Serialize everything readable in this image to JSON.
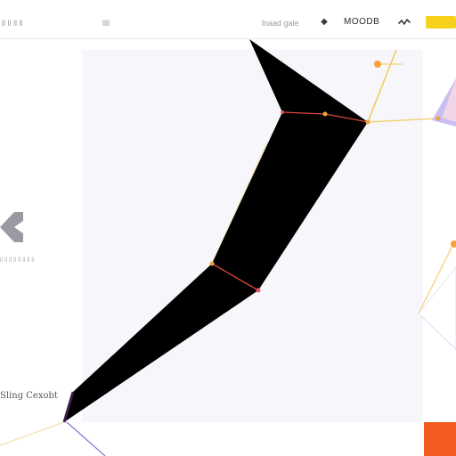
{
  "toolbar": {
    "brand": "ll ll ll ll",
    "nav_link": "llll",
    "search_text": "lnaad gale",
    "mode_label": "MOODB",
    "tool_icon": "pin-icon",
    "wave_icon": "wave-icon",
    "button_color": "#f6d21a"
  },
  "sidebar": {
    "back_icon": "chevron-left-icon",
    "caption": "ll ll ll ll ll ll ll ll"
  },
  "canvas": {
    "label": "Sling Cexobt",
    "accent": "#f25a1e",
    "node_colors": [
      "#f2a33a",
      "#e8566a",
      "#8a7fe0"
    ]
  }
}
